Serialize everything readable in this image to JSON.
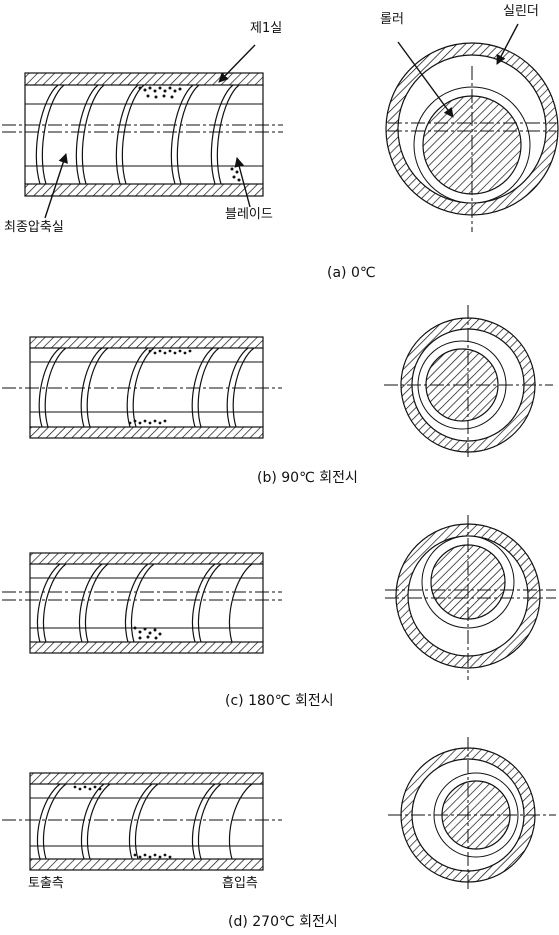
{
  "labels": {
    "first_chamber": "제1실",
    "final_compression_chamber": "최종압축실",
    "blade": "블레이드",
    "roller": "롤러",
    "cylinder": "실린더",
    "discharge_side": "토출측",
    "suction_side": "흡입측"
  },
  "captions": {
    "a": "(a) 0℃",
    "b": "(b) 90℃ 회전시",
    "c": "(c) 180℃ 회전시",
    "d": "(d) 270℃ 회전시"
  },
  "colors": {
    "line": "#111111",
    "background": "#ffffff"
  }
}
